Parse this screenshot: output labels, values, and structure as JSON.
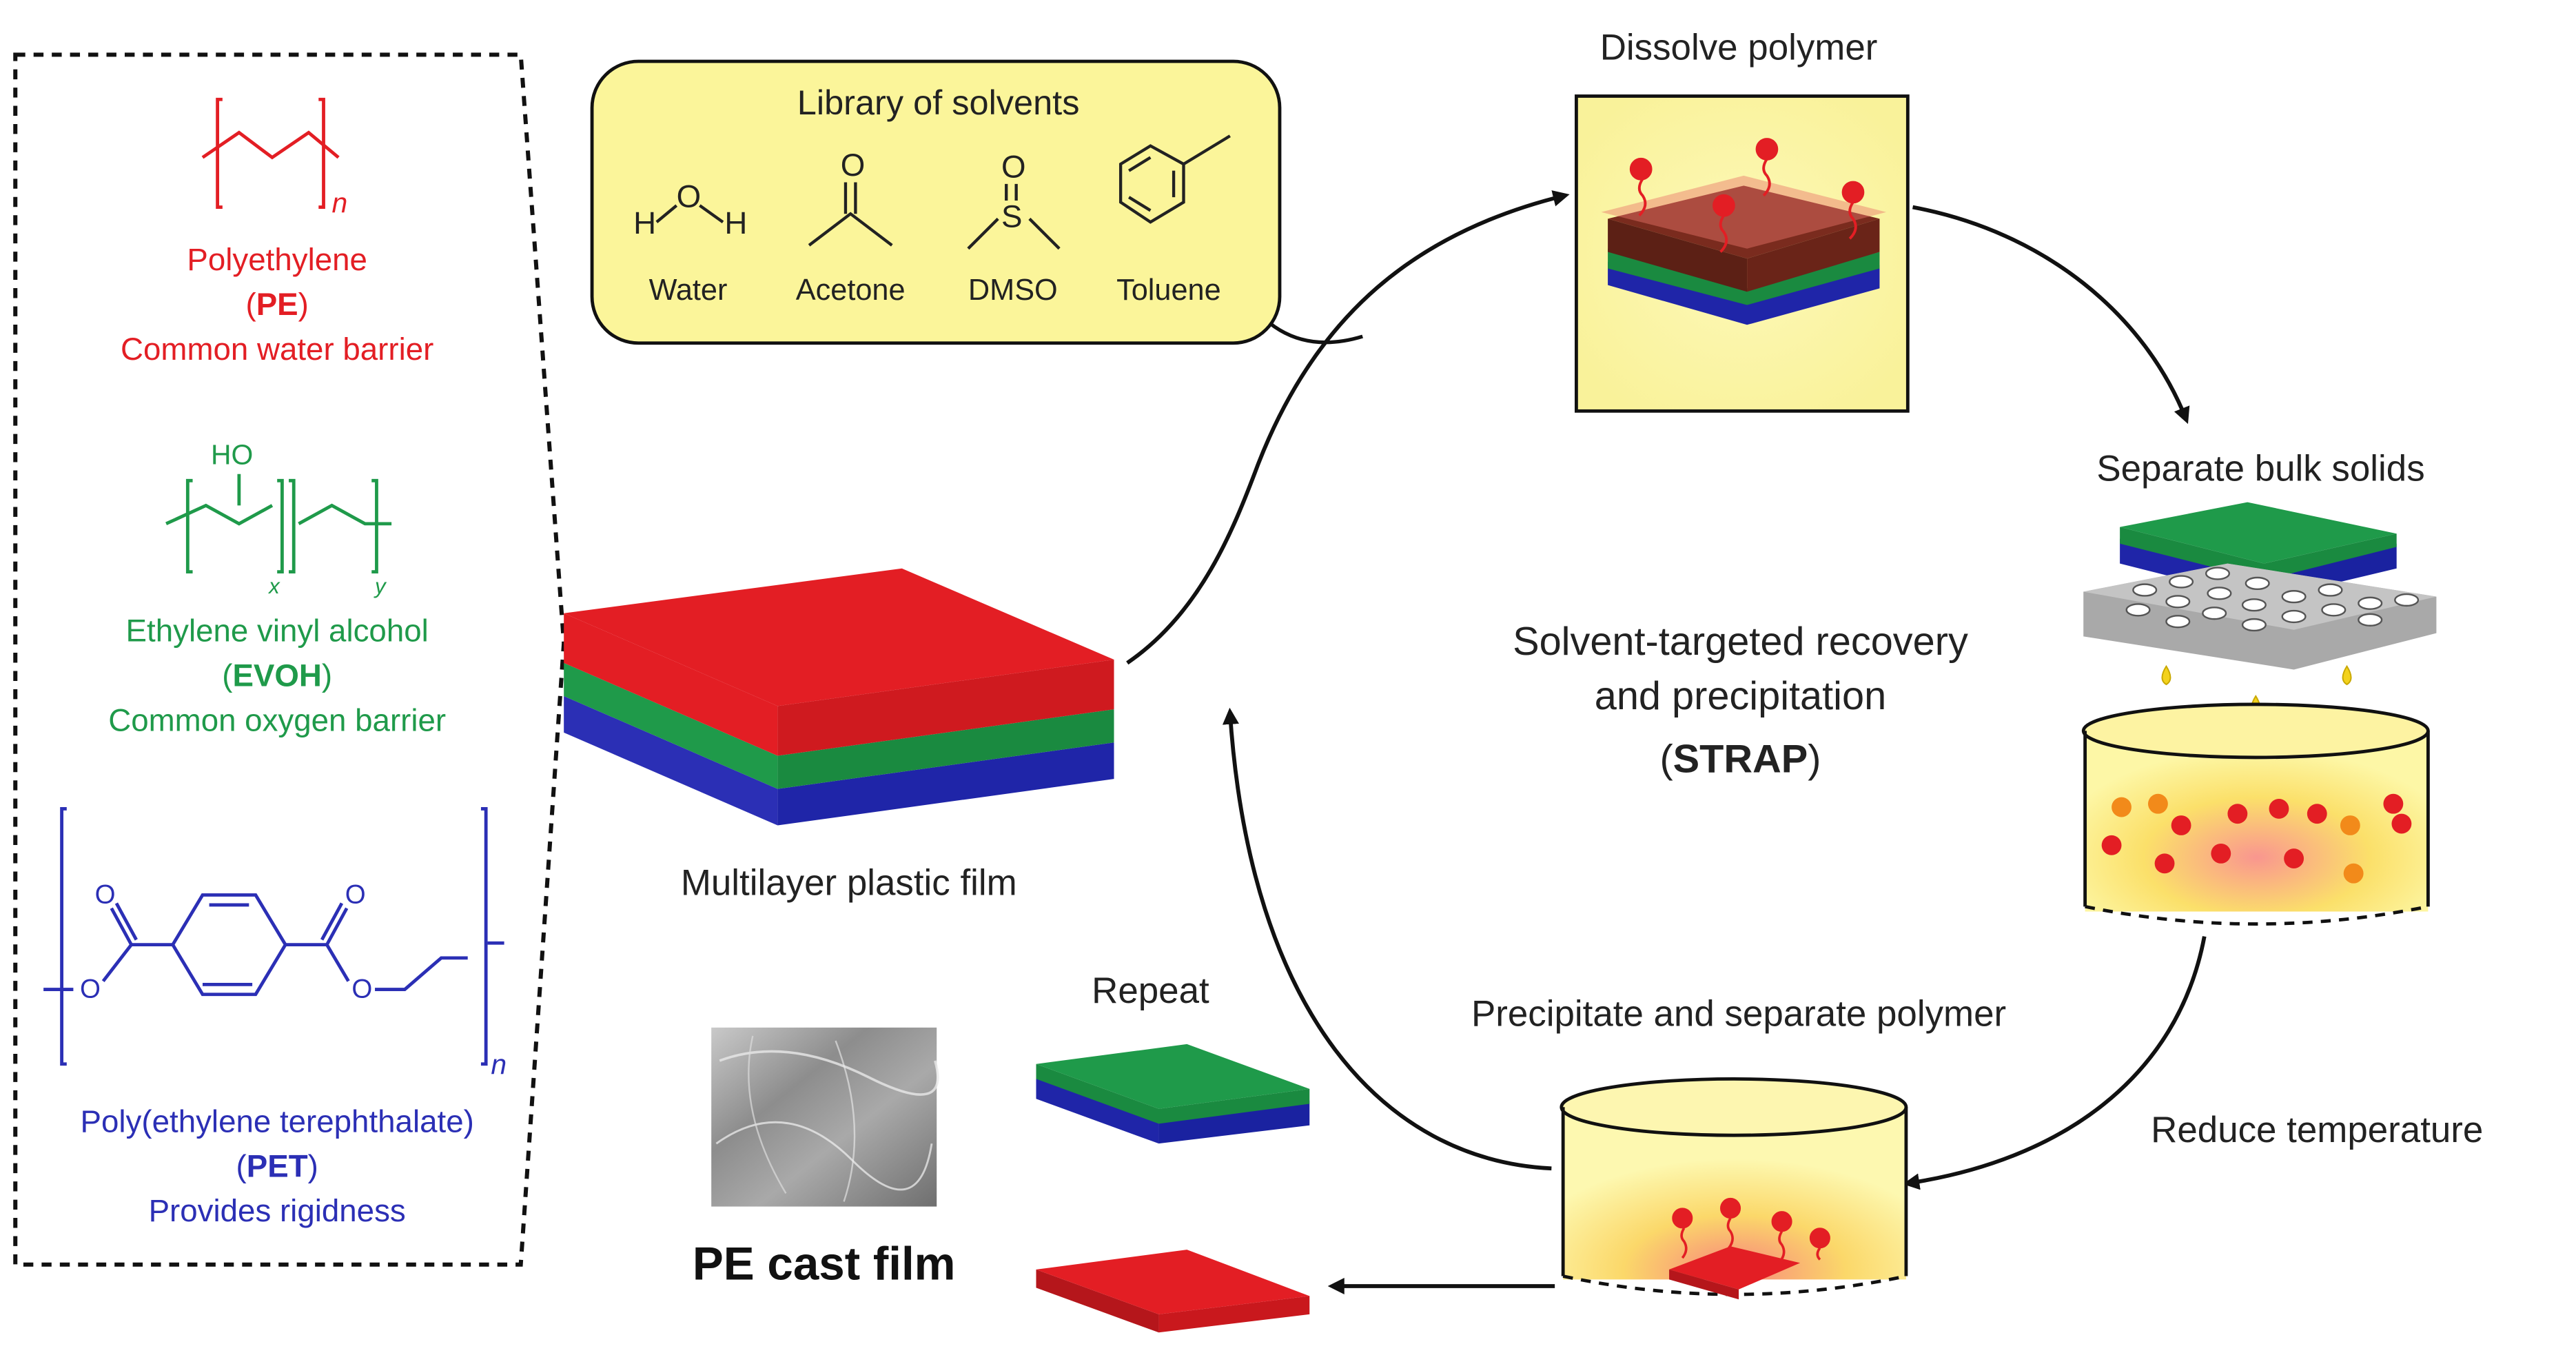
{
  "polymers": {
    "pe": {
      "name": "Polyethylene",
      "abbr": "PE",
      "role": "Common water barrier",
      "subscript": "n"
    },
    "evoh": {
      "name": "Ethylene vinyl alcohol",
      "abbr": "EVOH",
      "role": "Common oxygen barrier",
      "group": "HO",
      "sub_x": "x",
      "sub_y": "y"
    },
    "pet": {
      "name": "Poly(ethylene terephthalate)",
      "abbr": "PET",
      "role": "Provides rigidness",
      "subscript": "n",
      "o_label": "O"
    }
  },
  "solvents": {
    "title": "Library of solvents",
    "items": [
      {
        "name": "Water",
        "formula_h1": "H",
        "formula_o": "O",
        "formula_h2": "H"
      },
      {
        "name": "Acetone",
        "atom": "O"
      },
      {
        "name": "DMSO",
        "atom_o": "O",
        "atom_s": "S"
      },
      {
        "name": "Toluene"
      }
    ]
  },
  "labels": {
    "multilayer": "Multilayer plastic film",
    "dissolve": "Dissolve polymer",
    "separate": "Separate bulk solids",
    "reduce": "Reduce temperature",
    "precipitate": "Precipitate and separate polymer",
    "repeat": "Repeat",
    "pe_cast": "PE cast film",
    "strap_line1": "Solvent-targeted recovery",
    "strap_line2": "and precipitation",
    "strap_open": "(",
    "strap_abbr": "STRAP",
    "strap_close": ")"
  },
  "colors": {
    "pe": "#e31e24",
    "evoh": "#1f9a4a",
    "pet": "#2b2fb5",
    "highlight": "#fbf59a",
    "text": "#222222"
  }
}
